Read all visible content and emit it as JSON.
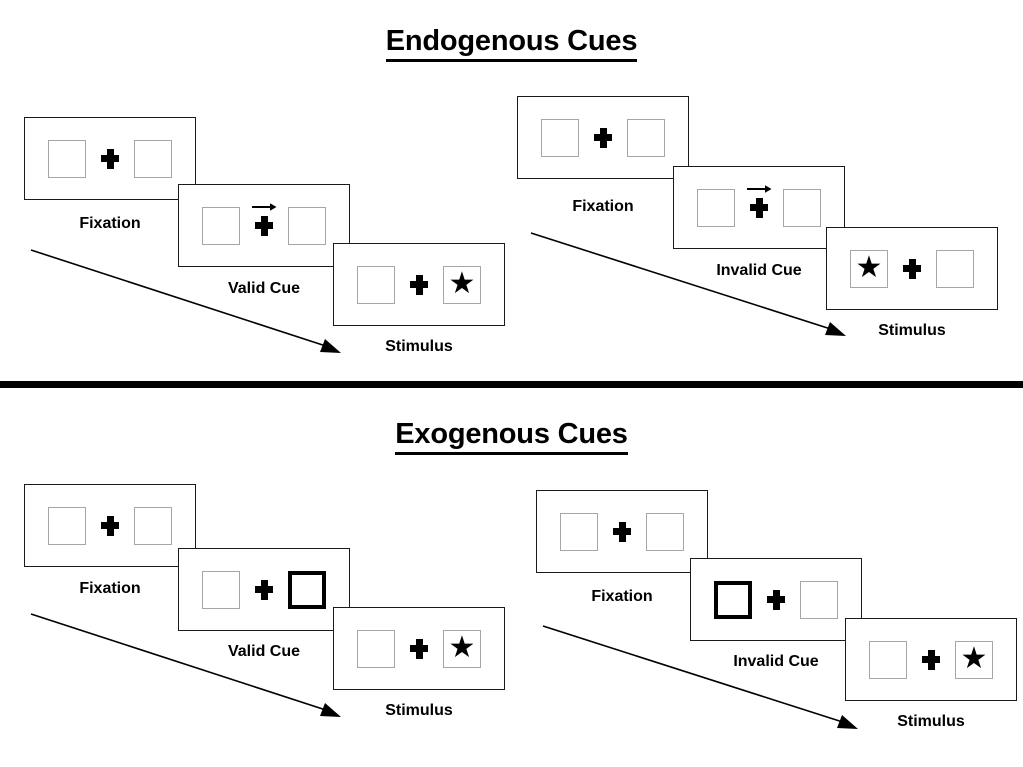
{
  "sections": [
    {
      "id": "endogenous",
      "title": "Endogenous Cues",
      "cue_type": "arrow",
      "groups": [
        {
          "id": "endogenous-valid",
          "cue_label": "Valid Cue",
          "panels": [
            {
              "id": "fixation",
              "caption": "Fixation",
              "left_box": "empty",
              "right_box": "empty",
              "cue": "none"
            },
            {
              "id": "cue",
              "caption": "Valid Cue",
              "left_box": "empty",
              "right_box": "empty",
              "cue": "arrow-right"
            },
            {
              "id": "stimulus",
              "caption": "Stimulus",
              "left_box": "empty",
              "right_box": "star",
              "cue": "none"
            }
          ]
        },
        {
          "id": "endogenous-invalid",
          "cue_label": "Invalid Cue",
          "panels": [
            {
              "id": "fixation",
              "caption": "Fixation",
              "left_box": "empty",
              "right_box": "empty",
              "cue": "none"
            },
            {
              "id": "cue",
              "caption": "Invalid Cue",
              "left_box": "empty",
              "right_box": "empty",
              "cue": "arrow-right"
            },
            {
              "id": "stimulus",
              "caption": "Stimulus",
              "left_box": "star",
              "right_box": "empty",
              "cue": "none"
            }
          ]
        }
      ]
    },
    {
      "id": "exogenous",
      "title": "Exogenous Cues",
      "cue_type": "box-highlight",
      "groups": [
        {
          "id": "exogenous-valid",
          "cue_label": "Valid Cue",
          "panels": [
            {
              "id": "fixation",
              "caption": "Fixation",
              "left_box": "empty",
              "right_box": "empty",
              "cue": "none"
            },
            {
              "id": "cue",
              "caption": "Valid Cue",
              "left_box": "empty",
              "right_box": "empty-cued",
              "cue": "none"
            },
            {
              "id": "stimulus",
              "caption": "Stimulus",
              "left_box": "empty",
              "right_box": "star",
              "cue": "none"
            }
          ]
        },
        {
          "id": "exogenous-invalid",
          "cue_label": "Invalid Cue",
          "panels": [
            {
              "id": "fixation",
              "caption": "Fixation",
              "left_box": "empty",
              "right_box": "empty",
              "cue": "none"
            },
            {
              "id": "cue",
              "caption": "Invalid Cue",
              "left_box": "empty-cued",
              "right_box": "empty",
              "cue": "none"
            },
            {
              "id": "stimulus",
              "caption": "Stimulus",
              "left_box": "empty",
              "right_box": "star",
              "cue": "none"
            }
          ]
        }
      ]
    }
  ],
  "glyphs": {
    "star": "★",
    "fixation_cross": "plus-cross",
    "arrow_cue": "arrow-right-icon",
    "time_arrow": "diagonal-time-arrow"
  },
  "colors": {
    "box_border": "#a6a6a6",
    "cued_box_border": "#000000",
    "panel_border": "#1a1a1a",
    "text": "#000000",
    "divider": "#000000",
    "background": "#ffffff"
  }
}
